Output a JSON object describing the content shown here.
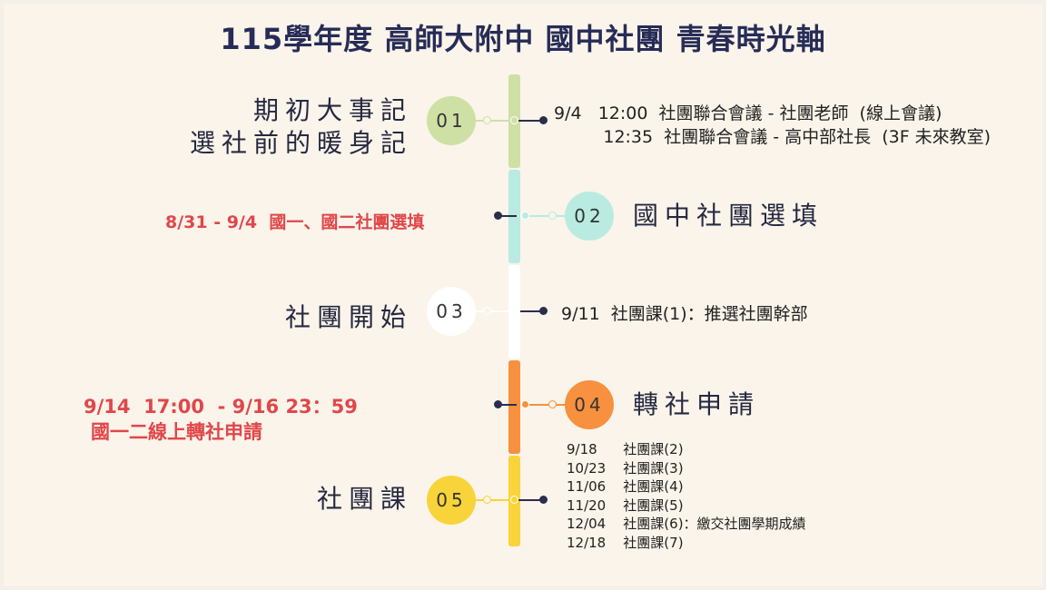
{
  "title": "115學年度  高師大附中 國中社團 青春時光軸",
  "colors": {
    "green": "#cfe0a4",
    "mint": "#b9ebe0",
    "white": "#ffffff",
    "orange": "#f7913f",
    "yellow": "#f8d43a",
    "red_text": "#e0474b",
    "dark": "#2a2d4d"
  },
  "steps": [
    {
      "number": "01",
      "heading_lines": [
        "期初大事記",
        "選社前的暖身記"
      ],
      "events": [
        "9/4   12:00  社團聯合會議 - 社團老師  (線上會議)",
        "         12:35  社團聯合會議 - 高中部社長  (3F 未來教室)"
      ]
    },
    {
      "number": "02",
      "heading": "國中社團選填",
      "note": "8/31 - 9/4  國一、國二社團選填"
    },
    {
      "number": "03",
      "heading": "社團開始",
      "event": "9/11  社團課(1)：推選社團幹部"
    },
    {
      "number": "04",
      "heading": "轉社申請",
      "note_lines": [
        "9/14  17:00  - 9/16 23：59",
        "國一二線上轉社申請"
      ]
    },
    {
      "number": "05",
      "heading": "社團課",
      "schedule": [
        "9/18      社團課(2)",
        "10/23    社團課(3)",
        "11/06    社團課(4)",
        "11/20    社團課(5)",
        "12/04    社團課(6)：繳交社團學期成績",
        "12/18    社團課(7)"
      ]
    }
  ]
}
